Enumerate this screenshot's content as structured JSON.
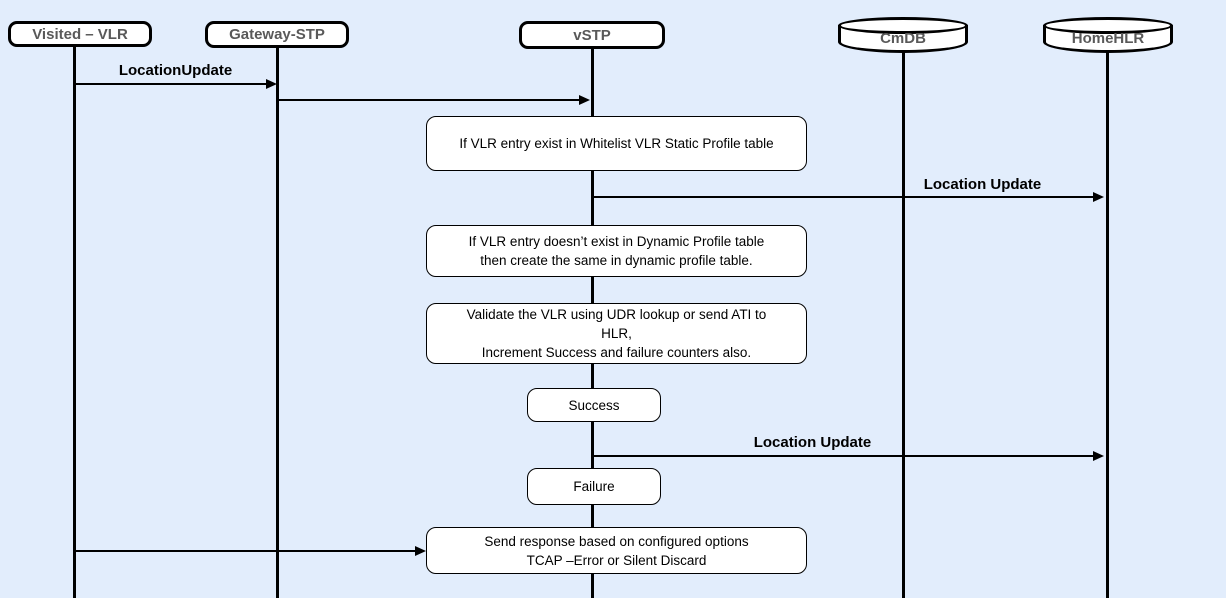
{
  "diagram_type": "sequence-diagram",
  "actors": {
    "visited_vlr": "Visited – VLR",
    "gateway_stp": "Gateway-STP",
    "vstp": "vSTP",
    "cmdb": "CmDB",
    "homehlr": "HomeHLR"
  },
  "messages": {
    "vlr_to_gateway": "LocationUpdate",
    "vstp_to_hlr_1": "Location Update",
    "vstp_to_hlr_2": "Location Update"
  },
  "steps": {
    "whitelist_check": "If VLR entry exist in Whitelist VLR Static Profile table",
    "dynamic_profile": "If VLR entry doesn’t exist in Dynamic Profile table\nthen create the same in dynamic profile table.",
    "validate_vlr": "Validate the VLR using UDR lookup or send ATI to\nHLR,\nIncrement Success and failure counters also.",
    "success": "Success",
    "failure": "Failure",
    "send_response": "Send response based on configured options\nTCAP –Error or Silent Discard"
  },
  "colors": {
    "background": "#e2edfc",
    "shape_fill": "#ffffff",
    "line": "#000000",
    "actor_label": "#595959",
    "step_text": "#000000"
  }
}
